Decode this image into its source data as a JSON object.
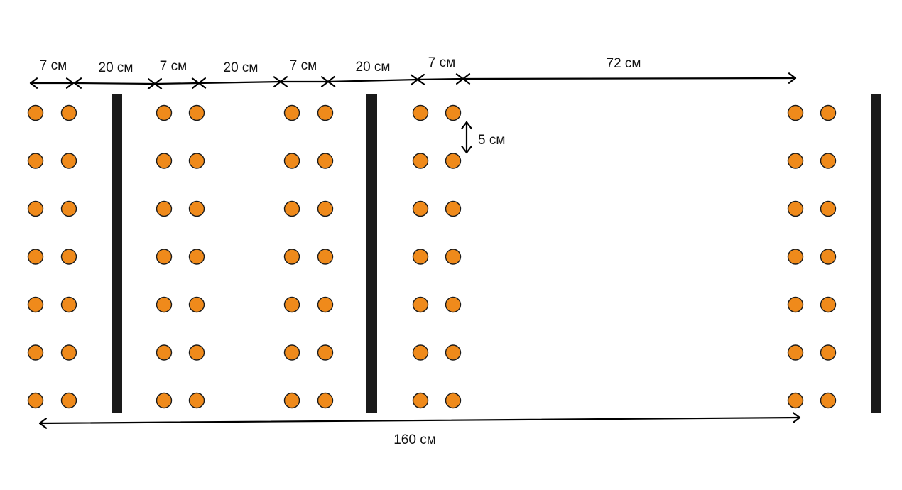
{
  "labels": {
    "gap_7_a": "7 см",
    "gap_20_a": "20 см",
    "gap_7_b": "7 см",
    "gap_20_b": "20 см",
    "gap_7_c": "7 см",
    "gap_20_c": "20 см",
    "gap_7_d": "7 см",
    "gap_72": "72 см",
    "row_spacing": "5 см",
    "total_width": "160 см"
  },
  "plant_rows_per_column": 7,
  "colors": {
    "plant_fill": "#ef8a1b",
    "plant_outline": "#1a1a1a",
    "support_bar": "#1a1a1a",
    "arrow": "#000000"
  }
}
